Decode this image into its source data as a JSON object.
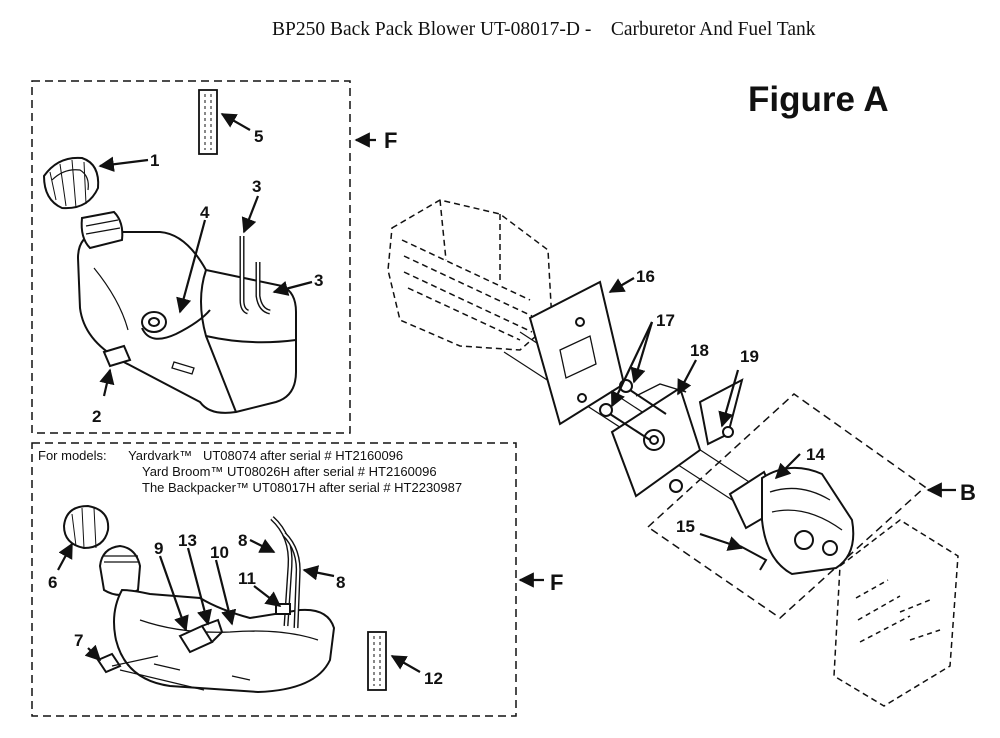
{
  "title": "BP250 Back Pack Blower UT-08017-D -    Carburetor And Fuel Tank",
  "figure_label": "Figure A",
  "models": {
    "prefix": "For models:",
    "lines": [
      "Yardvark™   UT08074 after serial # HT2160096",
      "Yard Broom™ UT08026H after serial # HT2160096",
      "The Backpacker™ UT08017H after serial # HT2230987"
    ]
  },
  "callouts": {
    "c1": "1",
    "c2": "2",
    "c3a": "3",
    "c3b": "3",
    "c4": "4",
    "c5": "5",
    "c6": "6",
    "c7": "7",
    "c8a": "8",
    "c8b": "8",
    "c9": "9",
    "c10": "10",
    "c11": "11",
    "c12": "12",
    "c13": "13",
    "c14": "14",
    "c15": "15",
    "c16": "16",
    "c17": "17",
    "c18": "18",
    "c19": "19"
  },
  "letters": {
    "f_top": "F",
    "f_bottom": "F",
    "b": "B"
  }
}
